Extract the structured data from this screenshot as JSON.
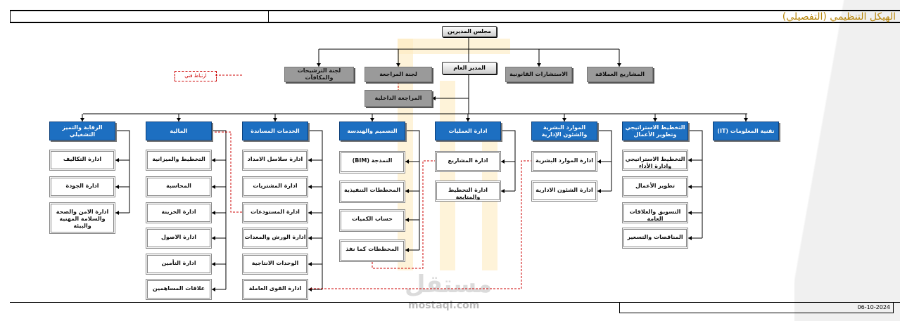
{
  "header": {
    "title": "الهيكل التنظيمي (التفصيلي)"
  },
  "board": "مجلس المديرين",
  "ceo": "المدير العام",
  "top_units": [
    "لجنة الترشيحات والمكافآت",
    "لجنة المراجعة",
    "الاستشارات القانونية",
    "المشاريع العملاقة"
  ],
  "internal_audit": "المراجعة الداخلية",
  "technical_link": "ارتباط فني",
  "departments": [
    {
      "name": "الرقابة والتميز التشغيلي",
      "children": [
        "ادارة التكاليف",
        "ادارة الجودة",
        "ادارة الامن والصحة والسلامة المهنية والبيئة"
      ]
    },
    {
      "name": "المالية",
      "children": [
        "التخطيط والميزانية",
        "المحاسبة",
        "ادارة الخزينة",
        "ادارة الاصول",
        "ادارة التأمين",
        "علاقات المساهمين"
      ]
    },
    {
      "name": "الخدمات المساندة",
      "children": [
        "ادارة سلاسل الامداد",
        "ادارة المشتريات",
        "ادارة المستودعات",
        "ادارة الورش والمعدات",
        "الوحدات الانتاجية",
        "ادارة القوى العاملة"
      ]
    },
    {
      "name": "التصميم والهندسة",
      "children": [
        "النمذجة (BIM)",
        "المخططات التنفيذية",
        "حساب الكميات",
        "المخططات كما نفذ"
      ]
    },
    {
      "name": "ادارة العمليات",
      "children": [
        "ادارة المشاريع",
        "ادارة التخطيط والمتابعة"
      ]
    },
    {
      "name": "الموارد البشرية والشئون الإدارية",
      "children": [
        "ادارة الموارد البشرية",
        "ادارة الشئون الادارية"
      ]
    },
    {
      "name": "التخطيط الاستراتيجي وتطوير الأعمال",
      "children": [
        "التخطيط الاستراتيجي وادارة الأداء",
        "تطوير الأعمال",
        "التسويق والعلاقات العامة",
        "المناقصات والتسعير"
      ]
    },
    {
      "name": "تقنية المعلومات (IT)",
      "children": []
    }
  ],
  "footer": {
    "date": "06-10-2024"
  },
  "watermark": {
    "brand": "مستقل",
    "url": "mostaqi.com"
  },
  "colors": {
    "department": "#1d6fc1",
    "committee": "#9a9a9a",
    "title": "#b8860b",
    "dotted_link": "#cc0000"
  }
}
